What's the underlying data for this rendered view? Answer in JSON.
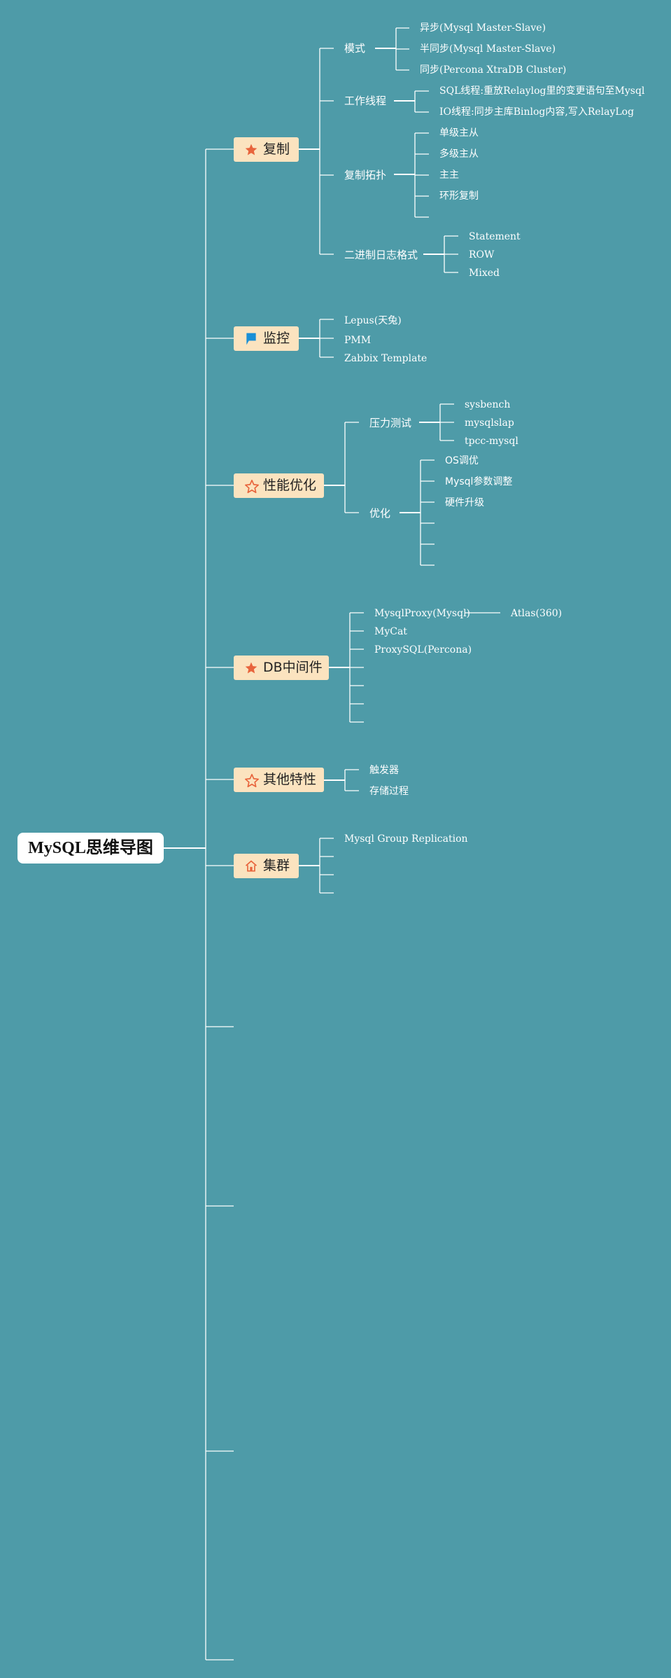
{
  "root": "MySQL思维导图",
  "branches": {
    "replication": {
      "label": "复制",
      "icon": "star-filled-icon",
      "mode": {
        "label": "模式",
        "items": [
          "异步(Mysql Master-Slave)",
          "半同步(Mysql Master-Slave)",
          "同步(Percona XtraDB Cluster)"
        ]
      },
      "threads": {
        "label": "工作线程",
        "items": [
          "SQL线程:重放Relaylog里的变更语句至Mysql",
          "IO线程:同步主库Binlog内容,写入RelayLog"
        ]
      },
      "topology": {
        "label": "复制拓扑",
        "items": [
          "单级主从",
          "多级主从",
          "主主",
          "环形复制"
        ]
      },
      "binlog": {
        "label": "二进制日志格式",
        "items": [
          "Statement",
          "ROW",
          "Mixed"
        ]
      }
    },
    "monitoring": {
      "label": "监控",
      "icon": "flag-icon",
      "items": [
        "Lepus(天兔)",
        "PMM",
        "Zabbix Template"
      ]
    },
    "performance": {
      "label": "性能优化",
      "icon": "star-outline-icon",
      "stress": {
        "label": "压力测试",
        "items": [
          "sysbench",
          "mysqlslap",
          "tpcc-mysql"
        ]
      },
      "tuning": {
        "label": "优化",
        "items": [
          "OS调优",
          "Mysql参数调整",
          "硬件升级"
        ]
      }
    },
    "middleware": {
      "label": "DB中间件",
      "icon": "star-filled-icon",
      "items": [
        "MysqlProxy(Mysql)",
        "MyCat",
        "ProxySQL(Percona)"
      ],
      "proxy_child": "Atlas(360)"
    },
    "features": {
      "label": "其他特性",
      "icon": "star-outline-icon",
      "items": [
        "触发器",
        "存储过程"
      ]
    },
    "cluster": {
      "label": "集群",
      "icon": "home-icon",
      "items": [
        "Mysql Group Replication"
      ]
    }
  },
  "colors": {
    "background": "#4e9ba8",
    "node_fill": "#fbe3bf",
    "line": "#ffffff",
    "star": "#e8643c",
    "flag": "#1a8fd6"
  }
}
